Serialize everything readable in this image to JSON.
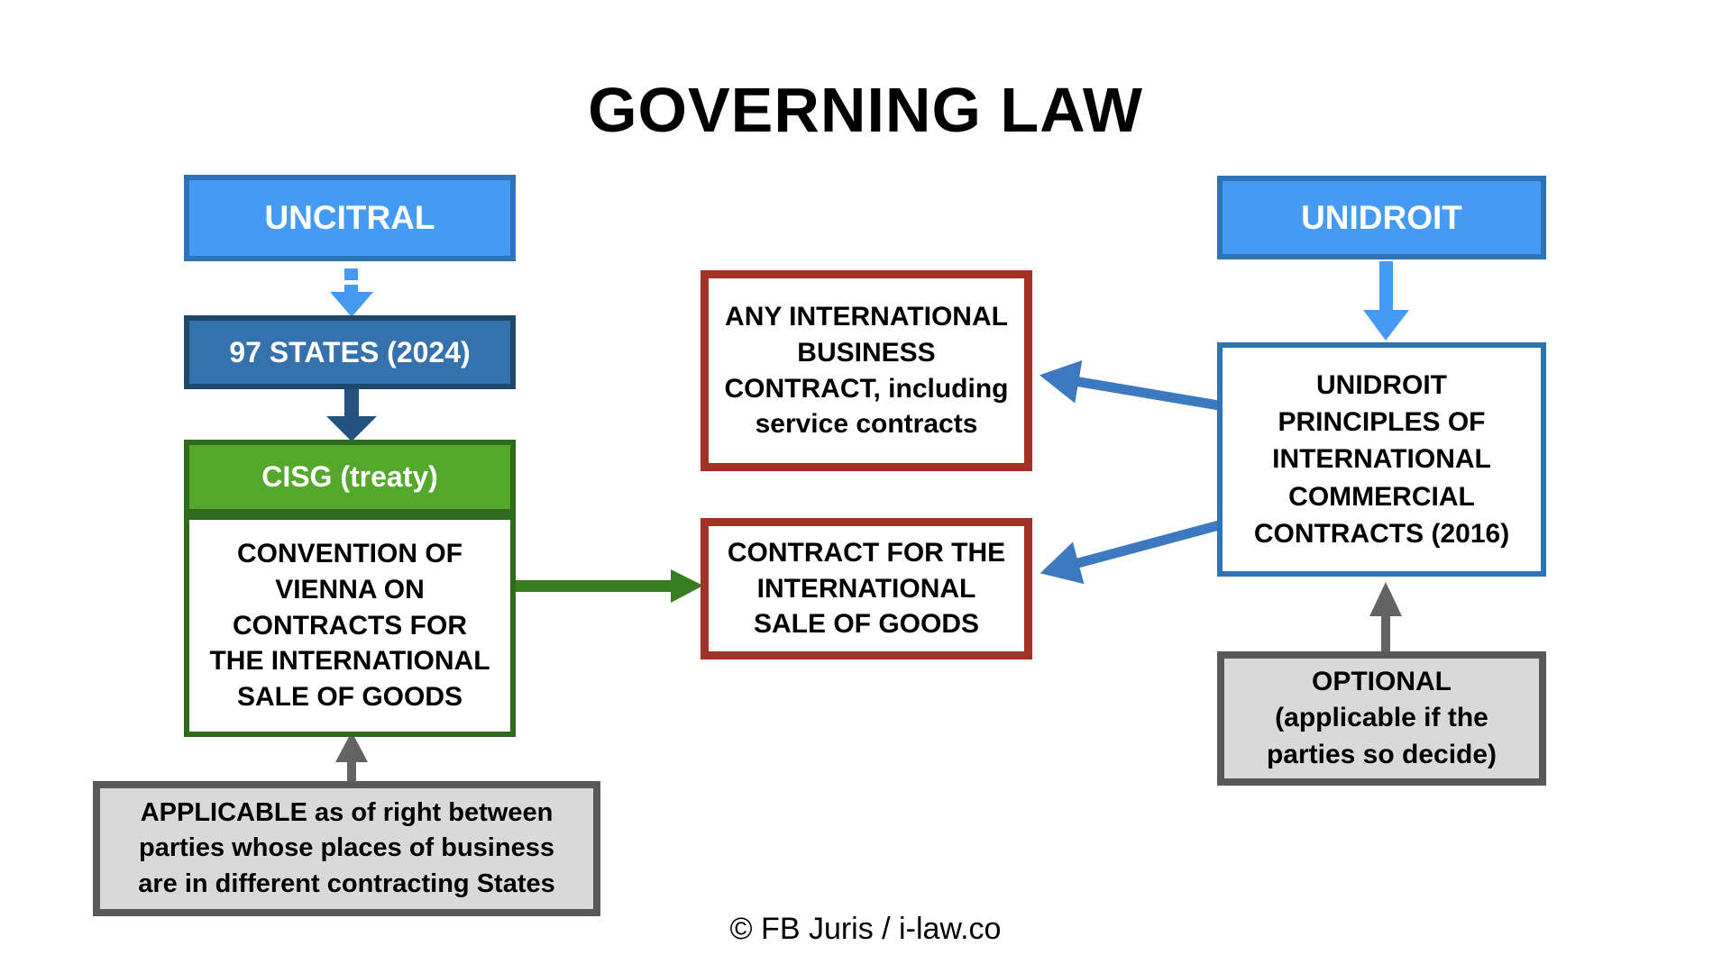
{
  "title": "GOVERNING LAW",
  "footer": "© FB Juris / i-law.co",
  "left_column": {
    "uncitral_label": "UNCITRAL",
    "states_label": "97 STATES (2024)",
    "cisg_header_label": "CISG (treaty)",
    "cisg_body_text": "CONVENTION OF\nVIENNA ON\nCONTRACTS FOR\nTHE INTERNATIONAL\nSALE OF GOODS",
    "applicable_note": "APPLICABLE as of right between\nparties whose places of business\nare in different contracting States"
  },
  "middle_column": {
    "any_contract_text": "ANY INTERNATIONAL\nBUSINESS\nCONTRACT, including\nservice contracts",
    "sale_of_goods_text": "CONTRACT FOR THE\nINTERNATIONAL\nSALE OF GOODS"
  },
  "right_column": {
    "unidroit_label": "UNIDROIT",
    "principles_text": "UNIDROIT\nPRINCIPLES OF\nINTERNATIONAL\nCOMMERCIAL\nCONTRACTS (2016)",
    "optional_note": "OPTIONAL\n(applicable if the\nparties so decide)"
  },
  "arrows": [
    {
      "name": "uncitral-to-states-arrow",
      "style": "dashed",
      "color": "#459BF4"
    },
    {
      "name": "states-to-cisg-arrow",
      "style": "solid",
      "color": "#24517F"
    },
    {
      "name": "applicable-to-cisg-arrow",
      "style": "solid",
      "color": "#636363"
    },
    {
      "name": "cisg-to-sale-of-goods-arrow",
      "style": "solid",
      "color": "#377D22"
    },
    {
      "name": "unidroit-to-principles-arrow",
      "style": "solid",
      "color": "#459BF4"
    },
    {
      "name": "principles-to-any-contract-arrow",
      "style": "solid",
      "color": "#3D79BE"
    },
    {
      "name": "principles-to-sale-of-goods-arrow",
      "style": "solid",
      "color": "#3D79BE"
    },
    {
      "name": "optional-to-principles-arrow",
      "style": "solid",
      "color": "#636363"
    }
  ],
  "colors": {
    "light_blue_fill": "#459BF4",
    "blue_border": "#2E74B5",
    "medium_blue_fill": "#3471AD",
    "navy_border": "#1F4768",
    "navy_arrow": "#24517F",
    "green_fill": "#54A82B",
    "green_border": "#2F6B1E",
    "green_arrow": "#377D22",
    "red_border": "#A33226",
    "gray_fill": "#D9D9D9",
    "gray_border": "#595959",
    "gray_arrow": "#636363",
    "steel_blue_arrow": "#3D79BE"
  }
}
